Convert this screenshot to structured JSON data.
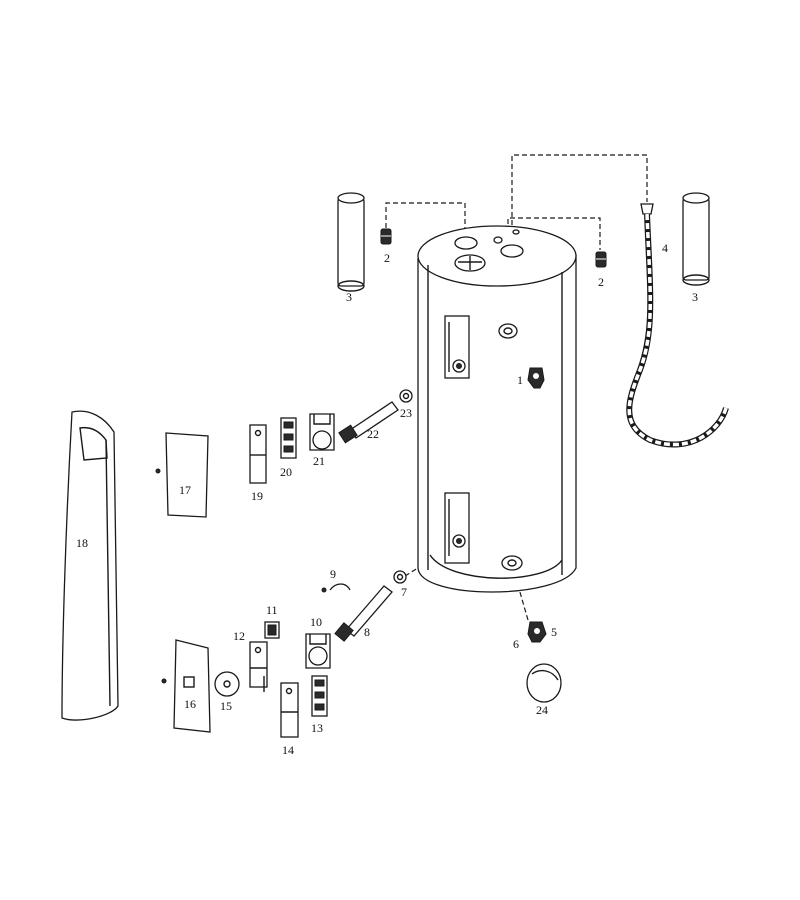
{
  "callouts": {
    "p1": "1",
    "p2a": "2",
    "p2b": "2",
    "p3a": "3",
    "p3b": "3",
    "p4": "4",
    "p5": "5",
    "p6": "6",
    "p7": "7",
    "p8": "8",
    "p9": "9",
    "p10": "10",
    "p11": "11",
    "p12": "12",
    "p13": "13",
    "p14": "14",
    "p15": "15",
    "p16": "16",
    "p17": "17",
    "p18": "18",
    "p19": "19",
    "p20": "20",
    "p21": "21",
    "p22": "22",
    "p23": "23",
    "p24": "24"
  }
}
